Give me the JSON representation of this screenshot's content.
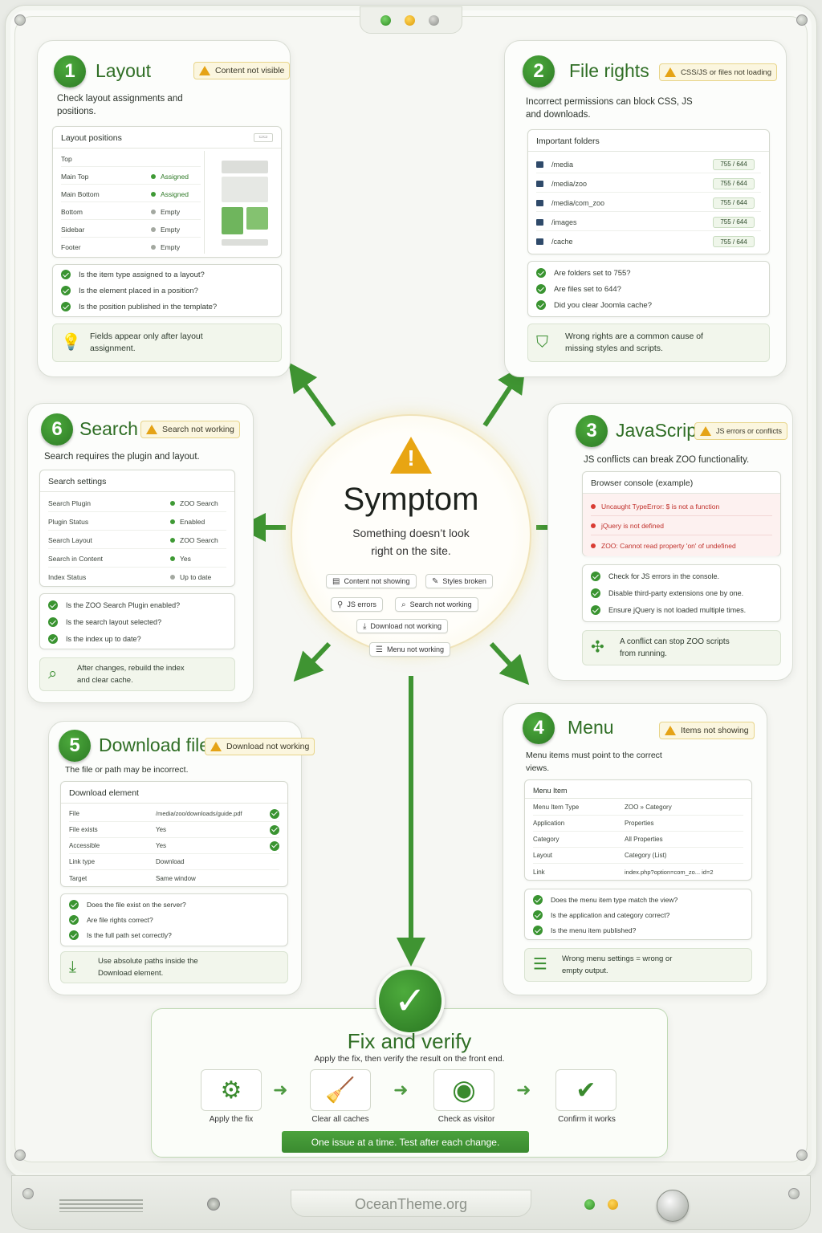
{
  "center": {
    "title": "Symptom",
    "subtitle_line1": "Something doesn’t look",
    "subtitle_line2": "right on the site.",
    "tags": [
      "Content not showing",
      "Styles broken",
      "JS errors",
      "Search not working",
      "Download not working",
      "Menu not working"
    ]
  },
  "layout": {
    "number": "1",
    "title": "Layout",
    "warning": "Content not visible",
    "desc_line1": "Check layout assignments and",
    "desc_line2": "positions.",
    "panel_title": "Layout positions",
    "top_label": "Top",
    "rows": [
      {
        "name": "Main Top",
        "status": "Assigned"
      },
      {
        "name": "Main Bottom",
        "status": "Assigned"
      },
      {
        "name": "Bottom",
        "status": "Empty"
      },
      {
        "name": "Sidebar",
        "status": "Empty"
      },
      {
        "name": "Footer",
        "status": "Empty"
      }
    ],
    "checks": [
      "Is the item type assigned to a layout?",
      "Is the element placed in a position?",
      "Is the position published in the template?"
    ],
    "tip_line1": "Fields appear only after layout",
    "tip_line2": "assignment."
  },
  "rights": {
    "number": "2",
    "title": "File rights",
    "warning": "CSS/JS or files not loading",
    "desc_line1": "Incorrect permissions can block CSS, JS",
    "desc_line2": "and downloads.",
    "panel_title": "Important folders",
    "rows": [
      {
        "name": "/media",
        "perm": "755 / 644"
      },
      {
        "name": "/media/zoo",
        "perm": "755 / 644"
      },
      {
        "name": "/media/com_zoo",
        "perm": "755 / 644"
      },
      {
        "name": "/images",
        "perm": "755 / 644"
      },
      {
        "name": "/cache",
        "perm": "755 / 644"
      }
    ],
    "checks": [
      "Are folders set to 755?",
      "Are files set to 644?",
      "Did you clear Joomla cache?"
    ],
    "tip_line1": "Wrong rights are a common cause of",
    "tip_line2": "missing styles and scripts."
  },
  "js": {
    "number": "3",
    "title": "JavaScript",
    "warning": "JS errors or conflicts",
    "desc": "JS conflicts can break ZOO functionality.",
    "panel_title": "Browser console (example)",
    "errors": [
      "Uncaught TypeError: $ is not a function",
      "jQuery is not defined",
      "ZOO: Cannot read property 'on' of undefined"
    ],
    "checks": [
      "Check for JS errors in the console.",
      "Disable third-party extensions one by one.",
      "Ensure jQuery is not loaded multiple times."
    ],
    "tip_line1": "A conflict can stop ZOO scripts",
    "tip_line2": "from running."
  },
  "menu": {
    "number": "4",
    "title": "Menu",
    "warning": "Items not showing",
    "desc_line1": "Menu items must point to the correct",
    "desc_line2": "views.",
    "panel_title": "Menu Item",
    "rows": [
      {
        "k": "Menu Item Type",
        "v": "ZOO » Category"
      },
      {
        "k": "Application",
        "v": "Properties"
      },
      {
        "k": "Category",
        "v": "All Properties"
      },
      {
        "k": "Layout",
        "v": "Category (List)"
      },
      {
        "k": "Link",
        "v": "index.php?option=com_zo... id=2"
      }
    ],
    "checks": [
      "Does the menu item type match the view?",
      "Is the application and category correct?",
      "Is the menu item published?"
    ],
    "tip_line1": "Wrong menu settings = wrong or",
    "tip_line2": "empty output."
  },
  "download": {
    "number": "5",
    "title": "Download file",
    "warning": "Download not working",
    "desc": "The file or path may be incorrect.",
    "panel_title": "Download element",
    "rows": [
      {
        "k": "File",
        "v": "/media/zoo/downloads/guide.pdf",
        "ok": true
      },
      {
        "k": "File exists",
        "v": "Yes",
        "ok": true
      },
      {
        "k": "Accessible",
        "v": "Yes",
        "ok": true
      },
      {
        "k": "Link type",
        "v": "Download",
        "ok": false
      },
      {
        "k": "Target",
        "v": "Same window",
        "ok": false
      }
    ],
    "checks": [
      "Does the file exist on the server?",
      "Are file rights correct?",
      "Is the full path set correctly?"
    ],
    "tip_line1": "Use absolute paths inside the",
    "tip_line2": "Download element."
  },
  "search": {
    "number": "6",
    "title": "Search",
    "warning": "Search not working",
    "desc": "Search requires the plugin and layout.",
    "panel_title": "Search settings",
    "rows": [
      {
        "k": "Search Plugin",
        "v": "ZOO Search",
        "on": true
      },
      {
        "k": "Plugin Status",
        "v": "Enabled",
        "on": true
      },
      {
        "k": "Search Layout",
        "v": "ZOO Search",
        "on": true
      },
      {
        "k": "Search in Content",
        "v": "Yes",
        "on": true
      },
      {
        "k": "Index Status",
        "v": "Up to date",
        "on": false
      }
    ],
    "checks": [
      "Is the ZOO Search Plugin enabled?",
      "Is the search layout selected?",
      "Is the index up to date?"
    ],
    "tip_line1": "After changes, rebuild the index",
    "tip_line2": "and clear cache."
  },
  "fix": {
    "title": "Fix and verify",
    "subtitle": "Apply the fix, then verify the result on the front end.",
    "steps": [
      "Apply the fix",
      "Clear all caches",
      "Check as visitor",
      "Confirm it works"
    ],
    "footer": "One issue at a time. Test after each change."
  },
  "brand": "OceanTheme.org",
  "colors": {
    "accent": "#3a8e30",
    "warning": "#e5a316",
    "error": "#d93c33"
  }
}
